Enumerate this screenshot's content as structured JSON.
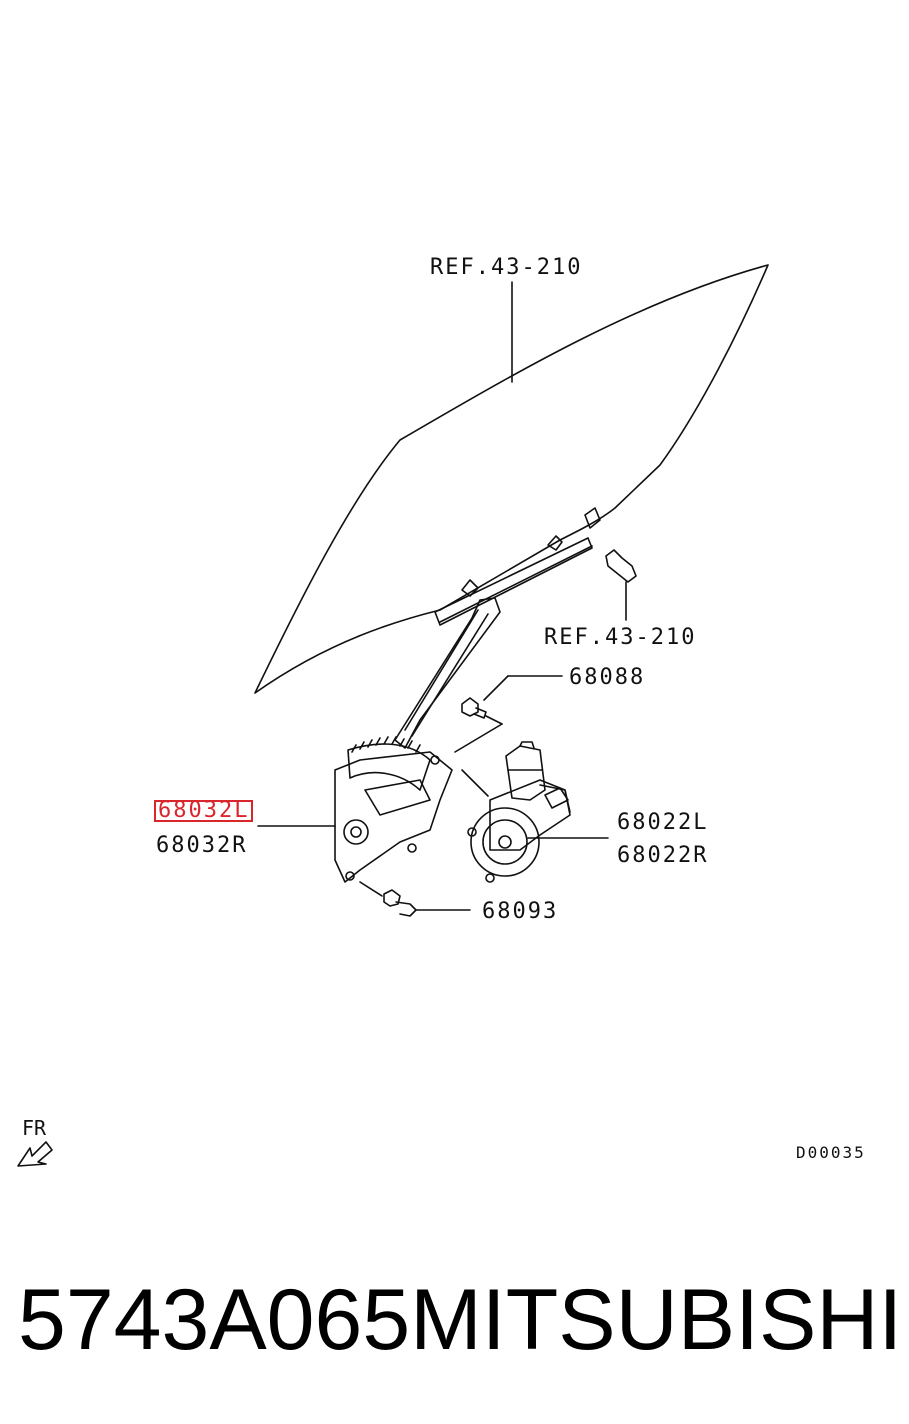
{
  "labels": {
    "ref_top": "REF.43-210",
    "ref_side": "REF.43-210",
    "bolt_upper": "68088",
    "regulator_left": "68032L",
    "regulator_right": "68032R",
    "motor_left": "68022L",
    "motor_right": "68022R",
    "bolt_lower": "68093",
    "front_marker": "FR",
    "diagram_code": "D00035"
  },
  "highlight": {
    "target": "regulator_left",
    "color": "#d9262c"
  },
  "footer": {
    "part_number": "5743A065",
    "brand": "MITSUBISHI"
  },
  "icons": [
    "front-arrow-icon"
  ]
}
